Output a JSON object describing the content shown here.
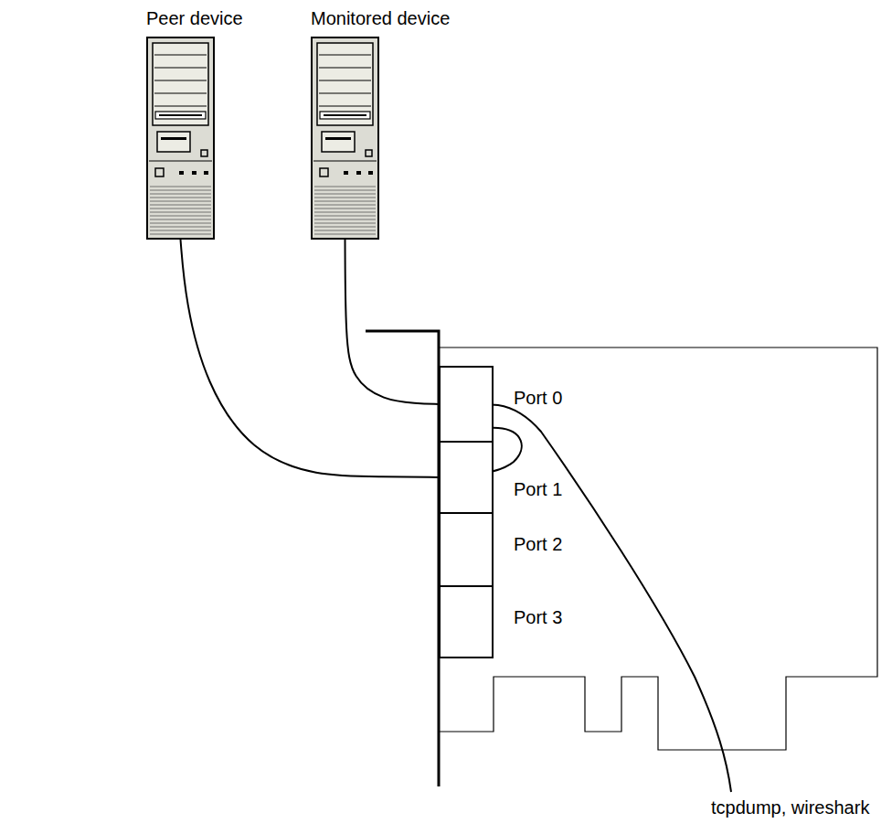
{
  "diagram": {
    "nodes": [
      {
        "text": [
          "Peer device"
        ]
      },
      {
        "text": [
          "Monitored device"
        ]
      },
      {
        "text": [
          "Port 0"
        ]
      },
      {
        "text": [
          "Port 1"
        ]
      },
      {
        "text": [
          "Port 2"
        ]
      },
      {
        "text": [
          "Port 3"
        ]
      }
    ],
    "edges": [
      {
        "from": 0,
        "to": 3,
        "arrow": "none"
      },
      {
        "from": 1,
        "to": 2,
        "arrow": "none"
      }
    ],
    "labels": [
      "tcpdump, wireshark"
    ]
  }
}
